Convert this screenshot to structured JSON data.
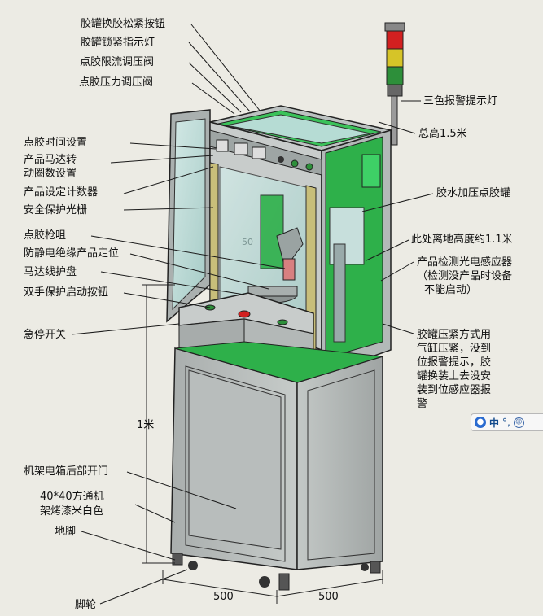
{
  "labels": {
    "glue_tank_switch_button": "胶罐换胶松紧按钮",
    "glue_tank_lock_light": "胶罐锁紧指示灯",
    "dispense_flow_regulator": "点胶限流调压阀",
    "dispense_pressure_regulator": "点胶压力调压阀",
    "tri_color_alarm_light": "三色报警提示灯",
    "total_height": "总高1.5米",
    "dispense_time_setting": "点胶时间设置",
    "motor_turns_setting_l1": "产品马达转",
    "motor_turns_setting_l2": "动圈数设置",
    "product_counter": "产品设定计数器",
    "safety_light_curtain": "安全保护光栅",
    "glue_pressure_tank": "胶水加压点胶罐",
    "dispense_nozzle": "点胶枪咀",
    "ground_height": "此处离地高度约1.1米",
    "esd_positioning": "防静电绝缘产品定位",
    "sensor_l1": "产品检测光电感应器",
    "sensor_l2": "（检测没产品时设备",
    "sensor_l3": "不能启动）",
    "motor_guard_plate": "马达线护盘",
    "two_hand_start": "双手保护启动按钮",
    "emergency_stop": "急停开关",
    "tank_clamp_l1": "胶罐压紧方式用",
    "tank_clamp_l2": "气缸压紧，没到",
    "tank_clamp_l3": "位报警提示，胶",
    "tank_clamp_l4": "罐换装上去没安",
    "tank_clamp_l5": "装到位感应器报",
    "tank_clamp_l6": "警",
    "height_1m": "1米",
    "rear_door": "机架电箱后部开门",
    "frame_l1": "40*40方通机",
    "frame_l2": "架烤漆米白色",
    "foot": "地脚",
    "caster": "脚轮",
    "width_500_a": "500",
    "width_500_b": "500",
    "ghost_label": "50"
  },
  "toolbar": {
    "logo_icon": "user-logo-icon",
    "lang_text": "中",
    "punct_text": "°,",
    "emoji_icon": "smile-icon"
  },
  "colors": {
    "frame_green": "#2eb04a",
    "glass": "#b9dad6",
    "steel": "#b5bab9",
    "outline": "#2a2a2a",
    "light_red": "#d22020",
    "light_yellow": "#d6c428",
    "light_green": "#2d8f3a"
  }
}
